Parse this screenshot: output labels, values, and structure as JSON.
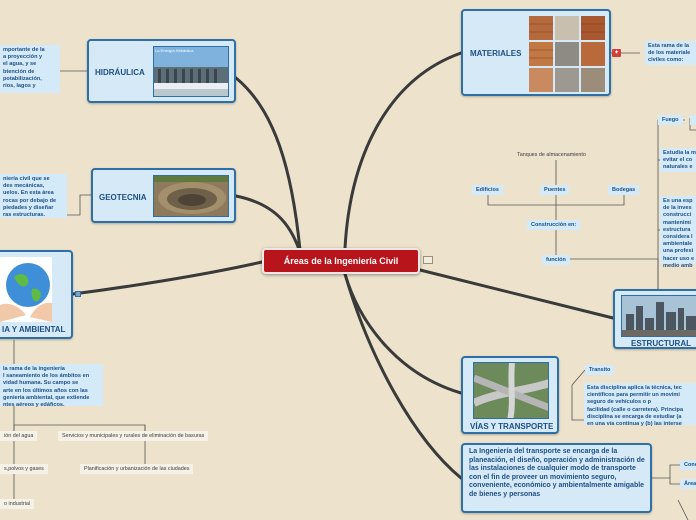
{
  "central": {
    "title": "Áreas de la Ingeniería Civil"
  },
  "hidraulica": {
    "title": "HIDRÁULICA",
    "photo_caption": "La Energía Hidráulica",
    "note": "mportante de la\na proyección y\n el agua, y se\nbtención de\npotabilización,\n ríos, lagos y"
  },
  "geotecnia": {
    "title": "GEOTECNIA",
    "note": "niería civil que se\ndes mecánicas,\nuelos. En esta área\nrocas por debajo de\npiedades y diseñar\nras estructuras."
  },
  "ambiental": {
    "title": "IA Y AMBIENTAL",
    "note": "la rama de la ingeniería\nl saneamiento de los ámbitos en\nvidad humana. Su campo se\narte en los últimos años con las\ngeniería ambiental, que extiende\nntes aéreos y edáficos.",
    "items": [
      "ión del agua",
      "Servicios y municipales y rurales de eliminación de basuras",
      "s,polvos y gases",
      "Planificación y urbanización de las ciudades",
      "o industrial"
    ]
  },
  "materiales": {
    "title": "MATERIALES",
    "note": "Esta rama de la\nde los materiale\nciviles como:"
  },
  "estructural": {
    "title": "ESTRUCTURAL",
    "fuego": "Fuego",
    "note_top": "Estudia la m\nevitar el co\nnaturales e",
    "note_main": "Es una esp\nde la inves\nconstrucci\nmantenimi\nestructura\nconsidera l\nambientale\nuna profesi\nhacer uso e\nmedio amb",
    "tanques": "Tanques de almacenamiento",
    "edificios": "Edificios",
    "puentes": "Puentes",
    "bodegas": "Bodegas",
    "construccion": "Construcción en:",
    "funcion": "función"
  },
  "vias": {
    "title": "VÍAS Y TRANSPORTE",
    "transito": "Transito",
    "note": "Esta disciplina aplica la técnica, tec\ncientíficos para permitir un movimi\nseguro de vehículos o p\nfacilidad (calle o carretera). Principa\ndisciplina se encarga de estudiar (a\nen una vía continua y (b) las interse"
  },
  "transporte": {
    "text": "La Ingeniería del transporte se encarga de la planeación, el diseño, operación y administración de las instalaciones de cualquier modo de transporte con el fin de proveer un movimiento seguro, conveniente, económico y ambientalmente amigable de bienes y personas",
    "right_1": "Cono",
    "right_2": "Área"
  },
  "colors": {
    "background": "#ede3cc",
    "node_fill": "#d6e9f7",
    "node_border": "#2d6fa6",
    "central_fill": "#b7141c",
    "connector": "#3a3a3a",
    "title_text": "#1d4f86"
  }
}
